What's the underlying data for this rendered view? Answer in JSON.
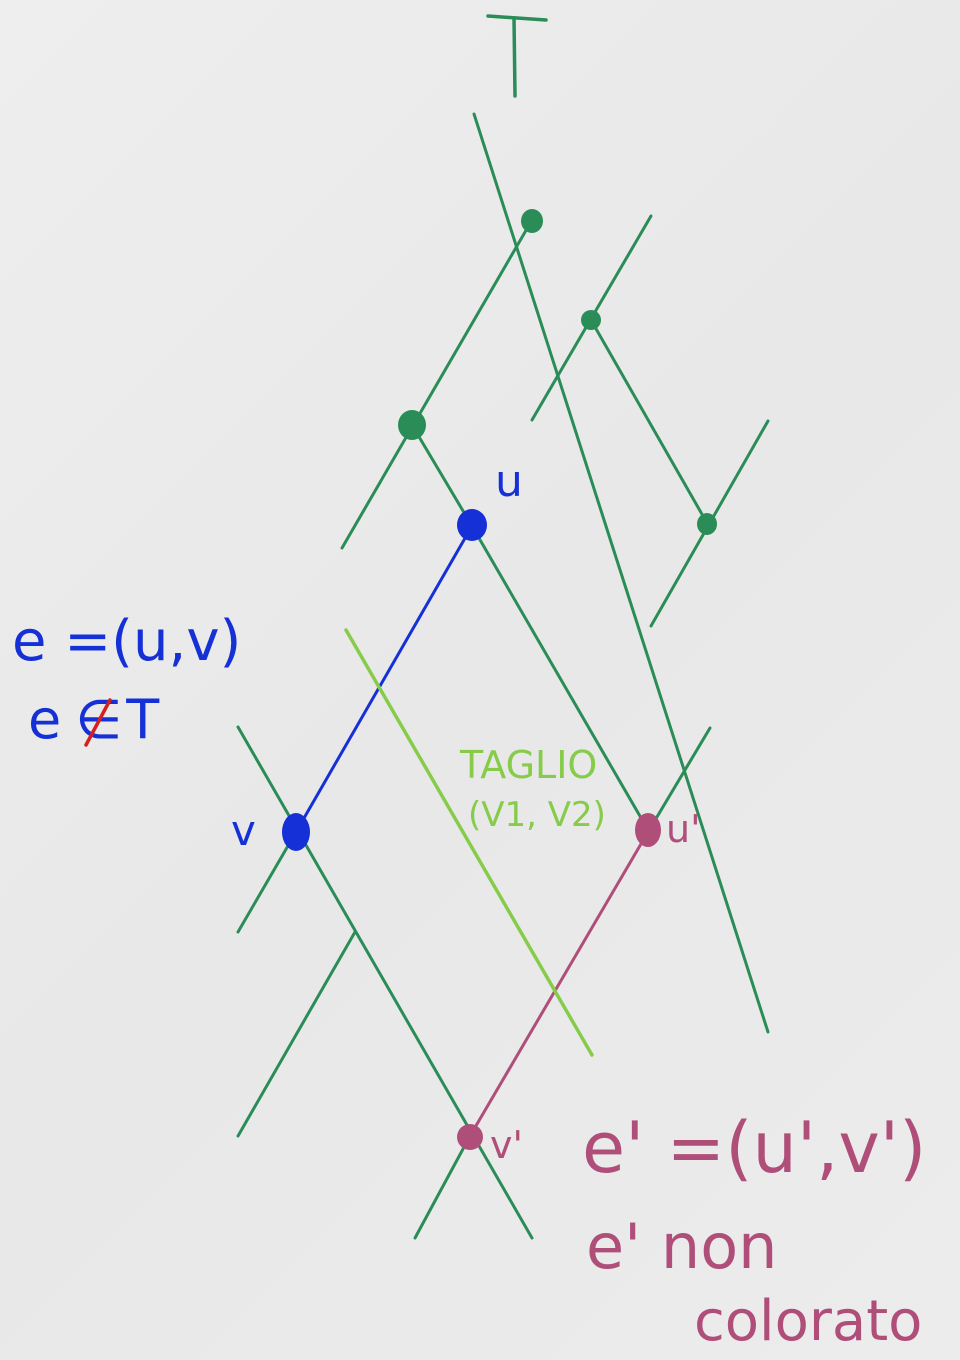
{
  "title": "T",
  "node_labels": {
    "u": "u",
    "v": "v",
    "u_prime": "u'",
    "v_prime": "v'"
  },
  "edge_e": {
    "definition": "e =(u,v)",
    "membership_e": "e",
    "membership_symbol": "∈",
    "membership_set": "T"
  },
  "cut": {
    "label": "TAGLIO",
    "sets": "(V1, V2)"
  },
  "edge_e_prime": {
    "definition": "e' =(u',v')",
    "status_line1": "e' non",
    "status_line2": "colorato"
  },
  "colors": {
    "tree": "#2a8c56",
    "edge_e": "#1530d6",
    "cut": "#86cc4a",
    "edge_e_prime": "#b04e7a",
    "strike": "#d42020"
  }
}
